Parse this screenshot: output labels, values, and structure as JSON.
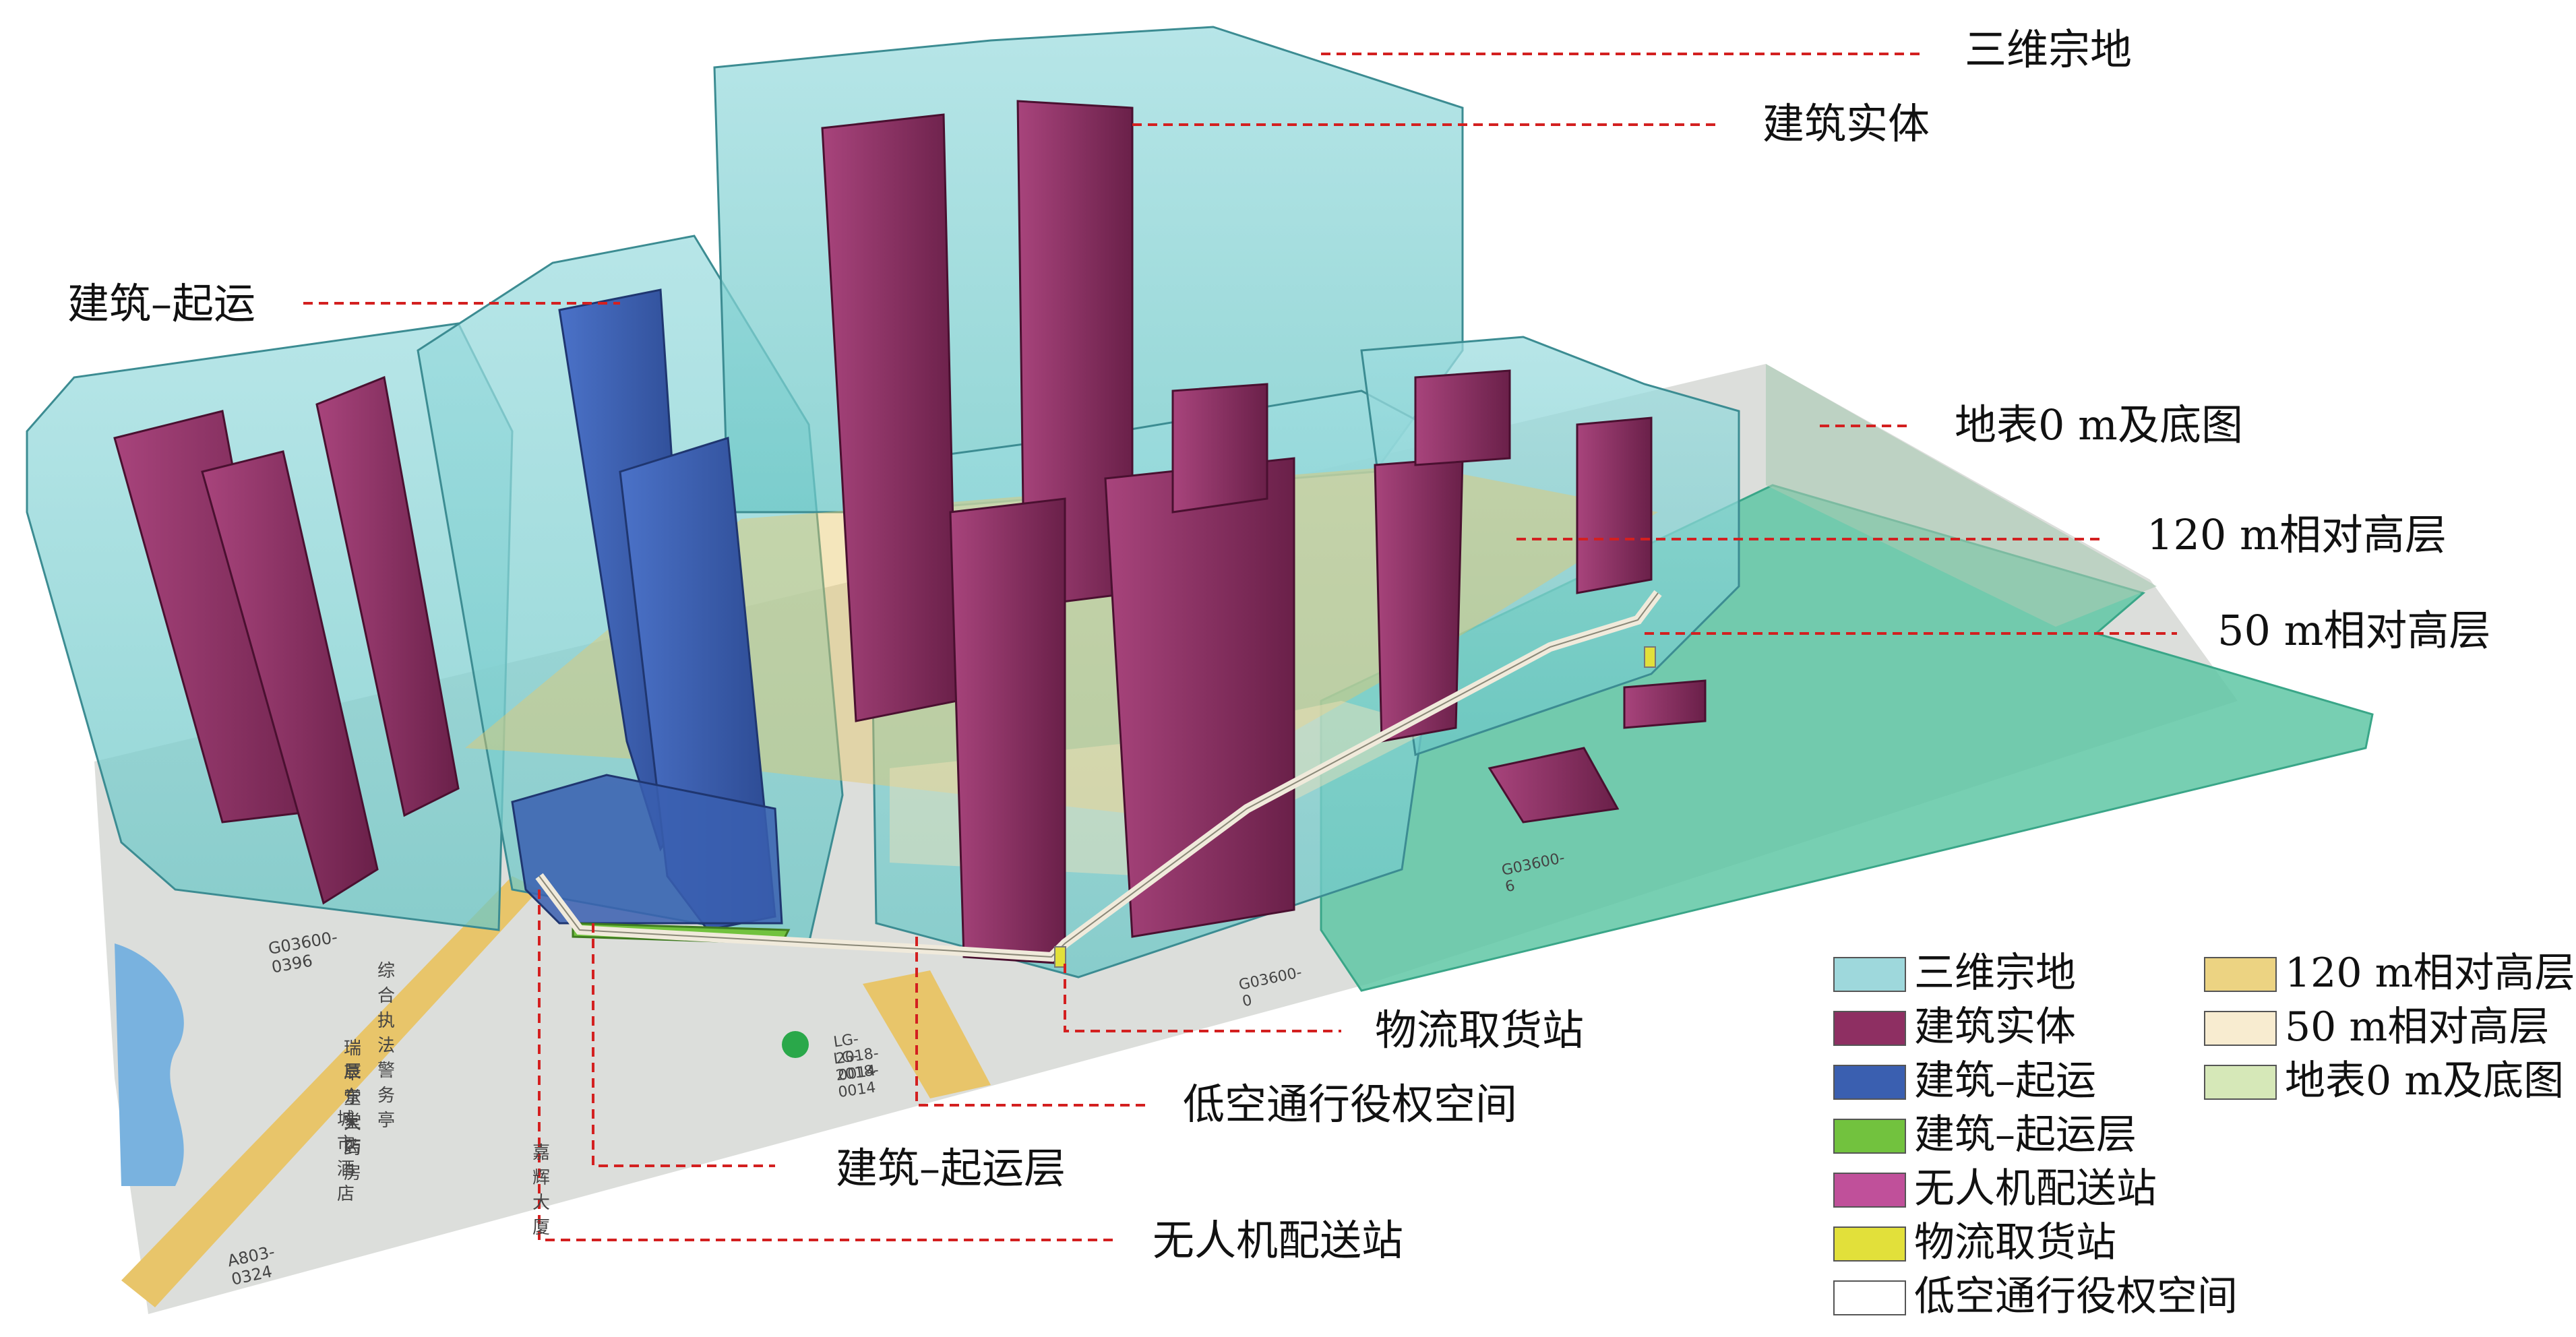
{
  "callouts": {
    "parcel": "三维宗地",
    "building": "建筑实体",
    "building_takeoff": "建筑–起运",
    "ground": "地表0 m及底图",
    "layer_120": "120 m相对高层",
    "layer_50": "50 m相对高层",
    "pickup_station": "物流取货站",
    "lowalt_right": "低空通行役权空间",
    "takeoff_layer": "建筑–起运层",
    "drone_station": "无人机配送站"
  },
  "legend": [
    {
      "label": "三维宗地",
      "color": "#9ed8dc"
    },
    {
      "label": "建筑实体",
      "color": "#8e2f62"
    },
    {
      "label": "建筑–起运",
      "color": "#3a5fb0"
    },
    {
      "label": "建筑–起运层",
      "color": "#72c23e"
    },
    {
      "label": "无人机配送站",
      "color": "#c0509a"
    },
    {
      "label": "物流取货站",
      "color": "#e2e03a"
    },
    {
      "label": "低空通行役权空间",
      "color": "#ffffff"
    },
    {
      "label": "120 m相对高层",
      "color": "#ecd382"
    },
    {
      "label": "50 m相对高层",
      "color": "#f8ecd0"
    },
    {
      "label": "地表0 m及底图",
      "color": "#d6e8b8"
    }
  ],
  "map_text": {
    "road1": "G03600-0396",
    "poi1": "综合执法警务亭",
    "poi2": "瑞草堂大药房",
    "poi3": "辰东堂店",
    "poi4": "城市酒店",
    "poi5": "嘉辉大厦",
    "road2": "LG-2018-0014",
    "road3": "LG-2018-0014",
    "road4": "A803-0324",
    "road5": "G03600-0",
    "road6": "G03600-6"
  },
  "colors": {
    "parcel": "#8fd3d8",
    "building": "#8e2f62",
    "takeoff": "#3a5fb0",
    "ground_green": "#5fc7a4",
    "map": "#dfe2de",
    "leader": "#d32020"
  }
}
